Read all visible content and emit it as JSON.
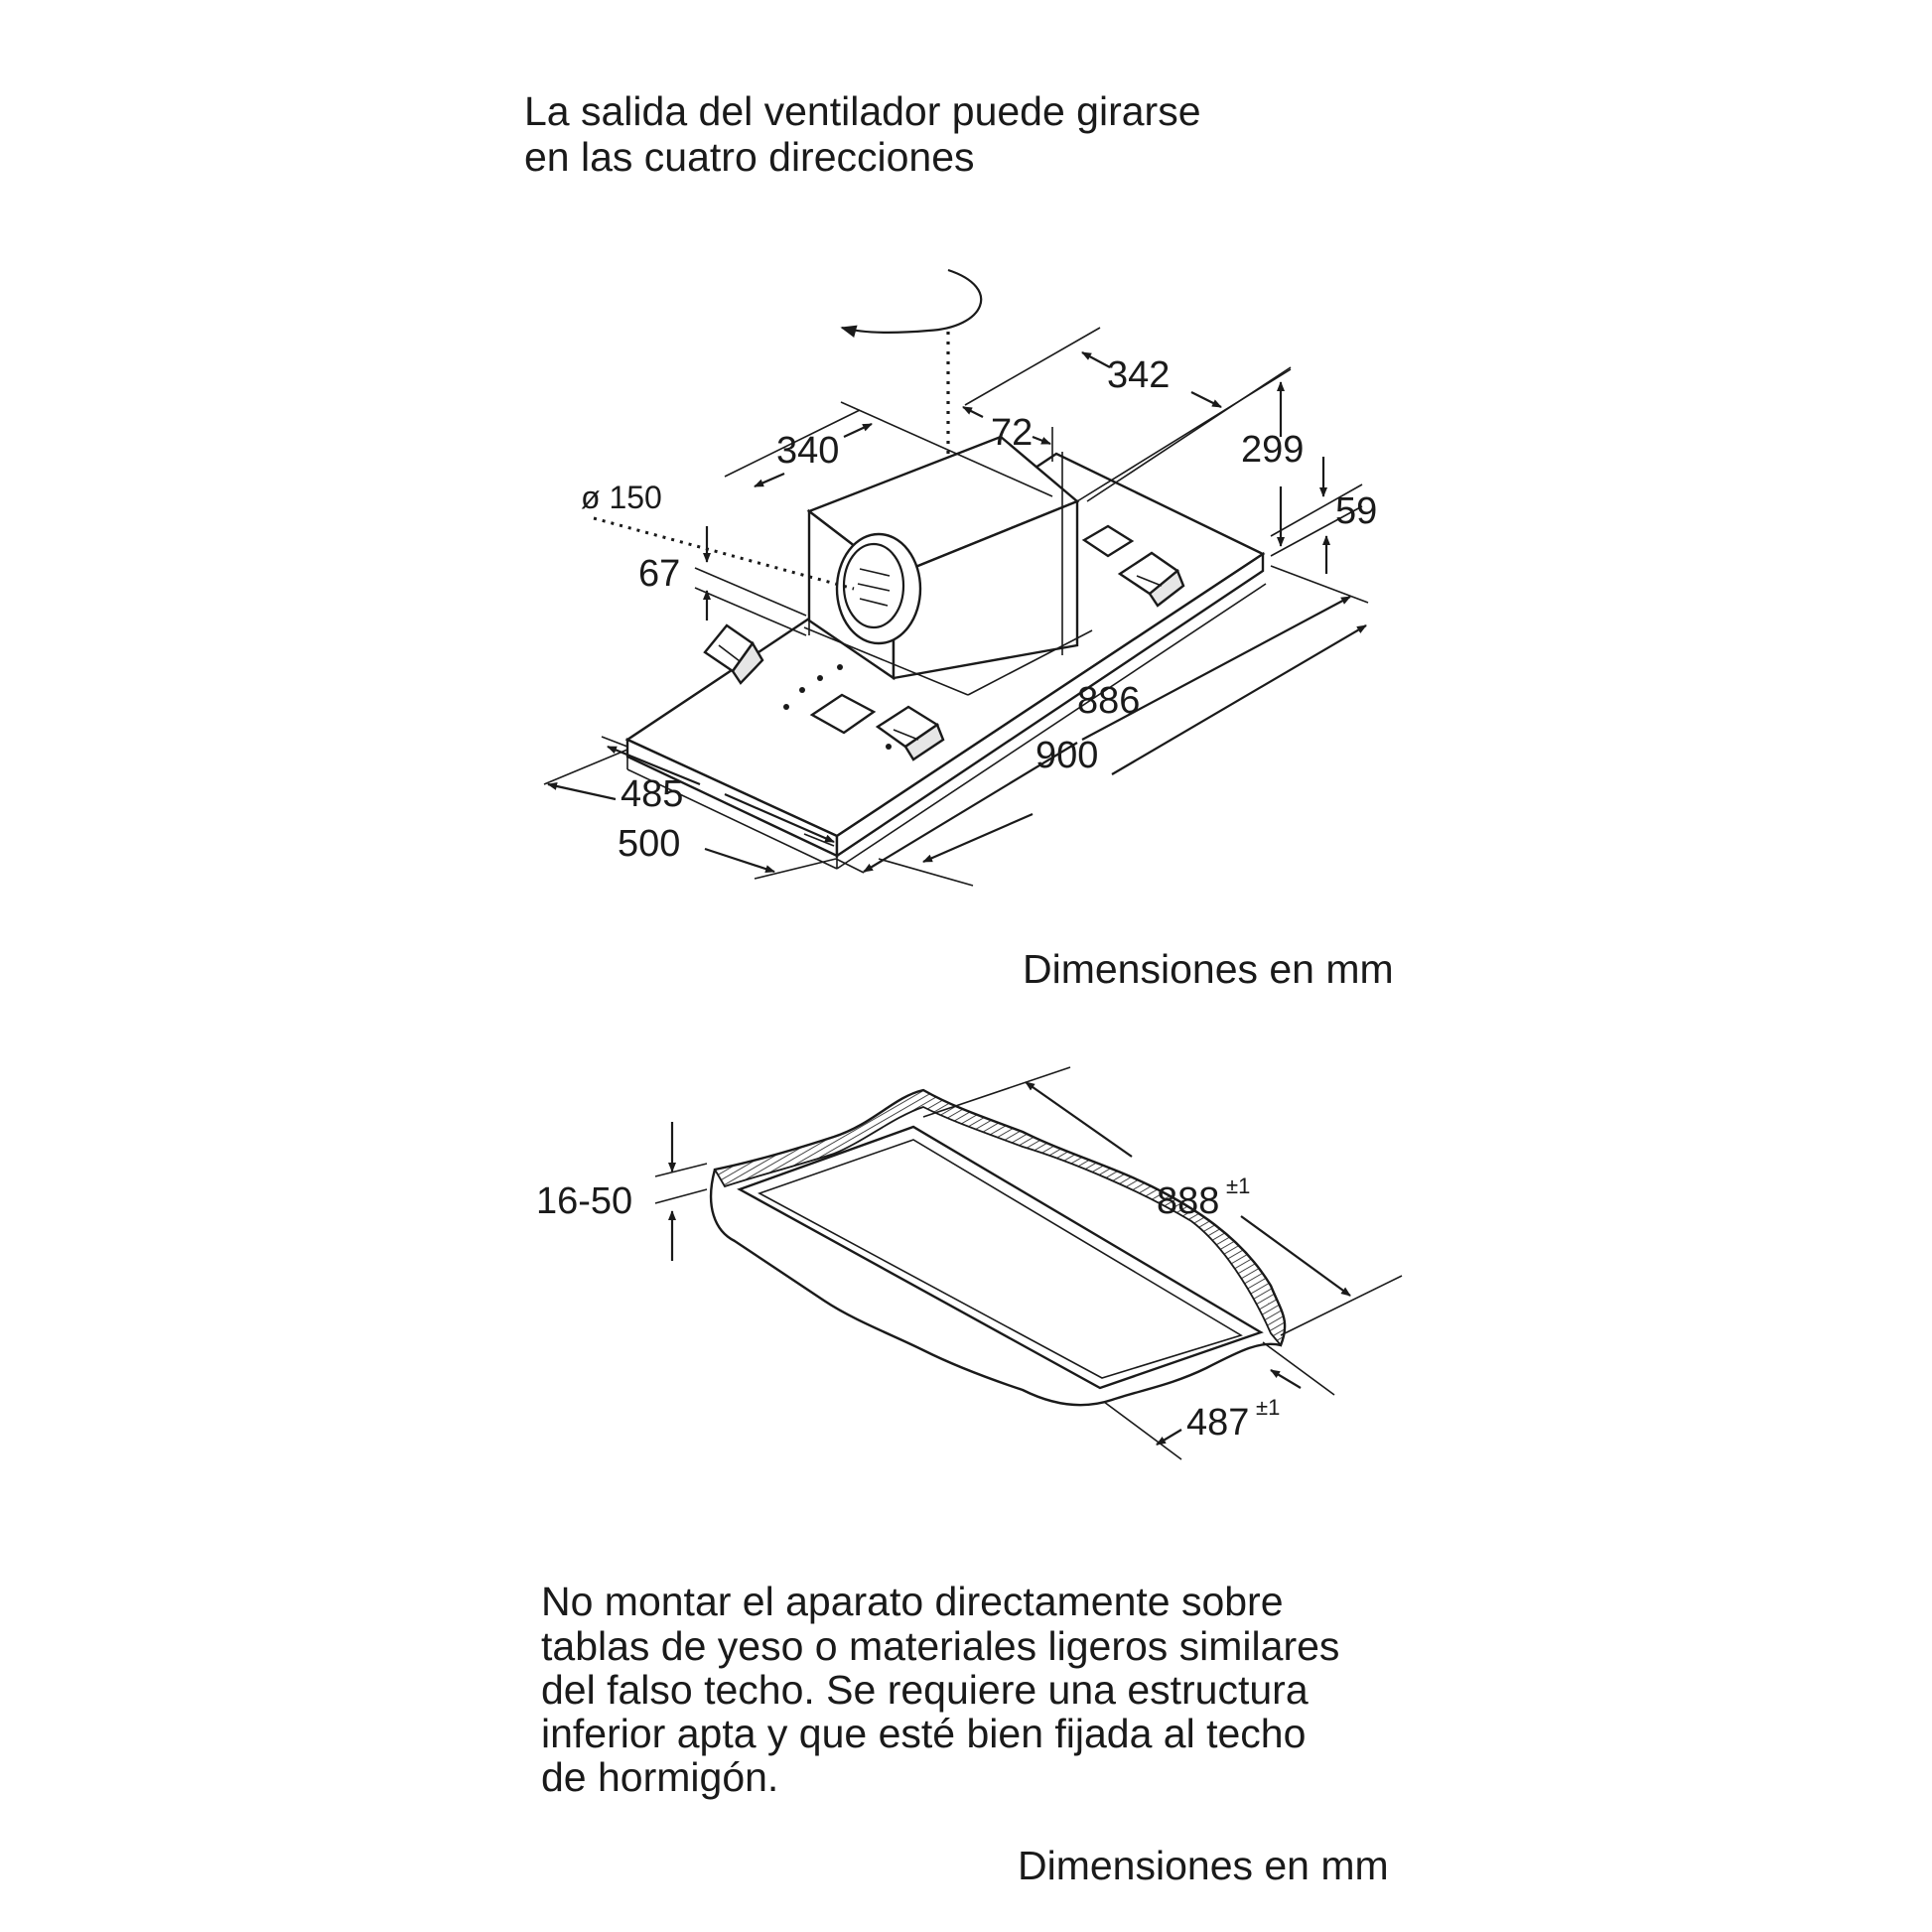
{
  "top_caption": {
    "line1": "La salida del ventilador puede girarse",
    "line2": "en las cuatro direcciones"
  },
  "hood_dimensions": {
    "d342": "342",
    "d72": "72",
    "d340": "340",
    "d299": "299",
    "d59": "59",
    "d150": "ø 150",
    "d67": "67",
    "d886": "886",
    "d900": "900",
    "d485": "485",
    "d500": "500"
  },
  "units_label_1": "Dimensiones en mm",
  "cutout_dimensions": {
    "thickness": "16-50",
    "length": "888",
    "length_tol": "±1",
    "width": "487",
    "width_tol": "±1"
  },
  "warning": {
    "line1": "No montar el aparato directamente sobre",
    "line2": "tablas de yeso o materiales ligeros similares",
    "line3": "del falso techo. Se requiere una estructura",
    "line4": "inferior apta y que esté bien fijada al techo",
    "line5": "de hormigón."
  },
  "units_label_2": "Dimensiones en mm"
}
